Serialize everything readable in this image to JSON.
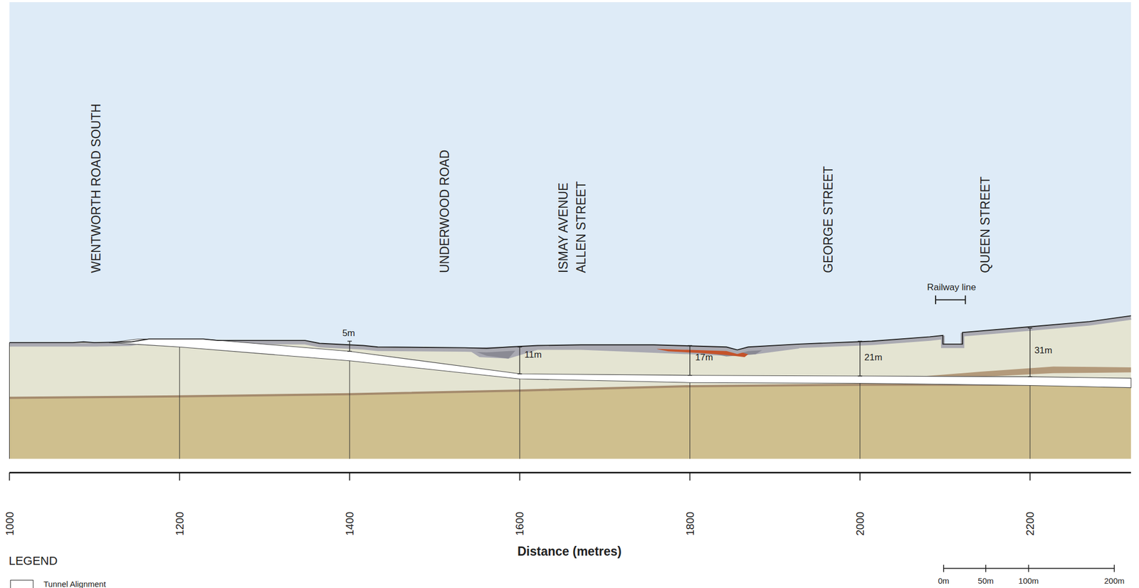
{
  "diagram": {
    "labels": [
      "WENTWORTH ROAD SOUTH",
      "UNDERWOOD ROAD",
      "ISMAY AVENUE",
      "ALLEN STREET",
      "GEORGE STREET",
      "QUEEN STREET",
      "Railway line",
      "5m",
      "11m",
      "17m",
      "21m",
      "31m",
      "1000",
      "1200",
      "1400",
      "1600",
      "1800",
      "2000",
      "2200",
      "Distance (metres)",
      "LEGEND",
      "0m",
      "50m",
      "100m",
      "200m"
    ],
    "legend": [
      {
        "text": "Tunnel Alignment",
        "color": "#ffffff"
      }
    ]
  }
}
